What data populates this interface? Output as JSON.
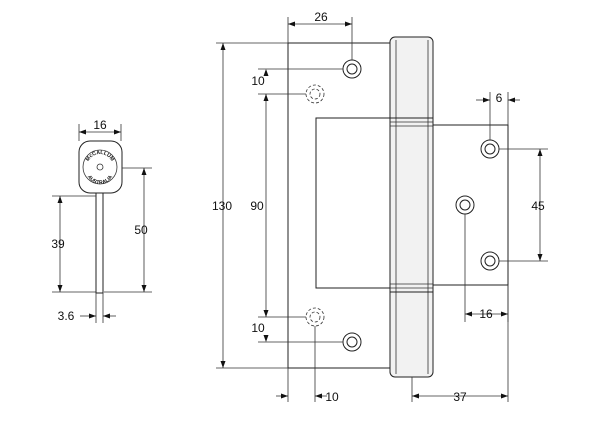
{
  "side_view": {
    "dim_top_width": "16",
    "dim_total_height": "50",
    "dim_leaf_height": "39",
    "dim_thickness": "3.6",
    "stamp_top": "McCALLUM",
    "stamp_bottom": "AUSTRALIA"
  },
  "front_view": {
    "dim_hole_offset_top": "26",
    "dim_overall_height": "130",
    "dim_hole_pitch_inner": "90",
    "dim_edge_top": "10",
    "dim_edge_bottom": "10",
    "dim_bottom_offset": "10",
    "dim_right_hole_offset": "6",
    "dim_right_pitch": "45",
    "dim_right_center": "16",
    "dim_right_width": "37"
  }
}
